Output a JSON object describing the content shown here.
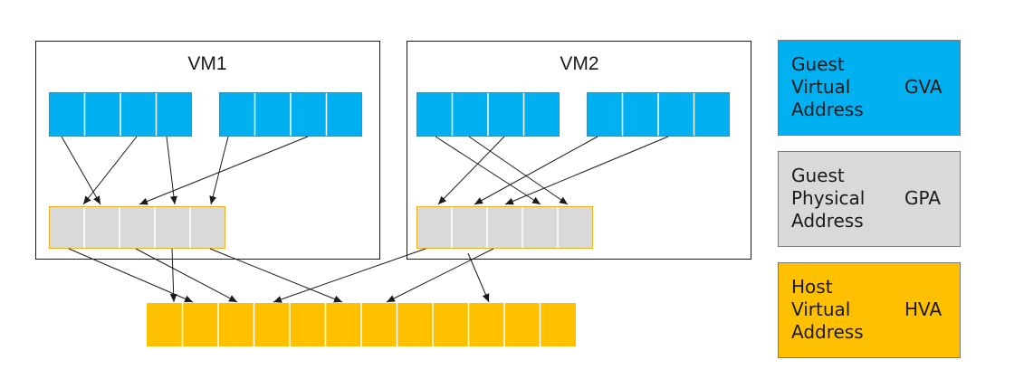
{
  "vms": [
    {
      "label": "VM1"
    },
    {
      "label": "VM2"
    }
  ],
  "legend": [
    {
      "name": "Guest\nVirtual\nAddress",
      "abbr": "GVA",
      "color": "#00b0f0"
    },
    {
      "name": "Guest\nPhysical\nAddress",
      "abbr": "GPA",
      "color": "#d9d9d9"
    },
    {
      "name": "Host\nVirtual\nAddress",
      "abbr": "HVA",
      "color": "#ffc000"
    }
  ],
  "colors": {
    "gva": "#00b0f0",
    "gpa": "#d9d9d9",
    "hva": "#ffc000",
    "cell_divider": "#ffffff",
    "gva_border": "#3a8fb7",
    "gpa_border": "#f0b020",
    "vm_border": "#1a1a1a",
    "arrow": "#1a1a1a"
  }
}
